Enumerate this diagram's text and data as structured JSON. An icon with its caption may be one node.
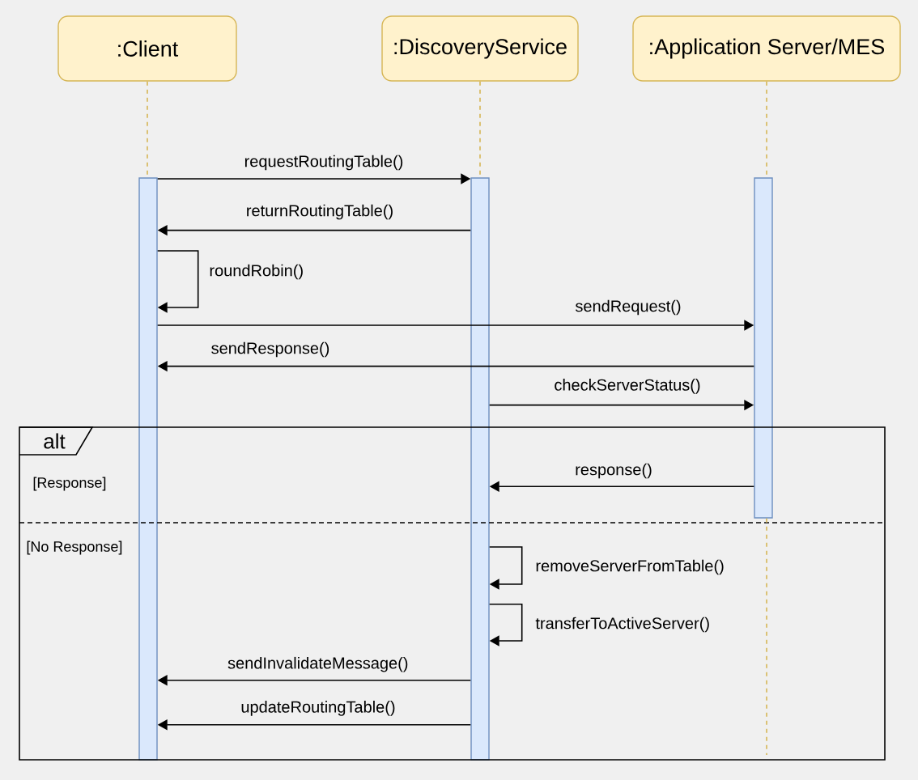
{
  "diagram": {
    "nodes": [
      {
        "text": [
          ":Client"
        ]
      },
      {
        "text": [
          ":DiscoveryService"
        ]
      },
      {
        "text": [
          ":Application Server/MES"
        ]
      },
      {
        "text": [],
        "shape": "bar"
      },
      {
        "text": [],
        "shape": "bar"
      },
      {
        "text": [],
        "shape": "bar"
      },
      {
        "text": [
          "alt"
        ]
      }
    ],
    "edges": [
      {
        "from": 0,
        "to": 3,
        "arrow": "none",
        "style": "dashed",
        "color": "#d6b656"
      },
      {
        "from": 1,
        "to": 4,
        "arrow": "none",
        "style": "dashed",
        "color": "#d6b656"
      },
      {
        "from": 2,
        "to": 5,
        "arrow": "none",
        "style": "dashed",
        "color": "#d6b656"
      },
      {
        "from": 3,
        "to": 4,
        "arrow": "to",
        "label": "requestRoutingTable()"
      },
      {
        "from": 4,
        "to": 3,
        "arrow": "to",
        "label": "returnRoutingTable()"
      },
      {
        "from": 3,
        "to": 3,
        "arrow": "to",
        "label": "roundRobin()"
      },
      {
        "from": 3,
        "to": 5,
        "arrow": "to",
        "label": "sendRequest()"
      },
      {
        "from": 5,
        "to": 3,
        "arrow": "to",
        "label": "sendResponse()"
      },
      {
        "from": 4,
        "to": 5,
        "arrow": "to",
        "label": "checkServerStatus()"
      },
      {
        "from": 5,
        "to": 4,
        "arrow": "to",
        "label": "response()"
      },
      {
        "from": 4,
        "to": 4,
        "arrow": "to",
        "label": "removeServerFromTable()"
      },
      {
        "from": 4,
        "to": 4,
        "arrow": "to",
        "label": "transferToActiveServer()"
      },
      {
        "from": 4,
        "to": 3,
        "arrow": "to",
        "label": "sendInvalidateMessage()"
      },
      {
        "from": 4,
        "to": 3,
        "arrow": "to",
        "label": "updateRoutingTable()"
      },
      {
        "from": 5,
        "to": null,
        "arrow": "none",
        "style": "dashed",
        "color": "#d6b656"
      }
    ],
    "labels": [
      "[Response]",
      "[No Response]"
    ]
  }
}
